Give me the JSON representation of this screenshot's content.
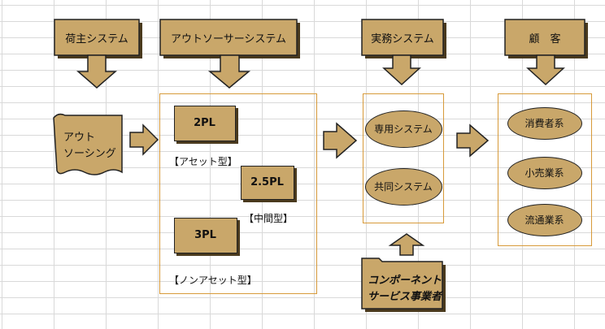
{
  "headers": {
    "shipper_system": "荷主システム",
    "outsourcer_system": "アウトソーサーシステム",
    "business_system": "実務システム",
    "customers": "顧　客"
  },
  "outsourcing": {
    "line1": "アウト",
    "line2": "ソーシング"
  },
  "pl_types": {
    "pl2": "2PL",
    "asset_type": "【アセット型】",
    "pl25": "2.5PL",
    "middle_type": "【中間型】",
    "pl3": "3PL",
    "non_asset_type": "【ノンアセット型】"
  },
  "systems": {
    "dedicated": "専用システム",
    "shared": "共同システム"
  },
  "provider": {
    "line1": "コンポーネント",
    "line2": "サービス事業者"
  },
  "customer_types": {
    "consumer": "消費者系",
    "retail": "小売業系",
    "distribution": "流通業系"
  },
  "colors": {
    "fill": "#c9a76a",
    "outline": "#222222",
    "panel_border": "#d79a3a",
    "shadow": "#4a3a1e",
    "grid": "#d9d9d9"
  }
}
